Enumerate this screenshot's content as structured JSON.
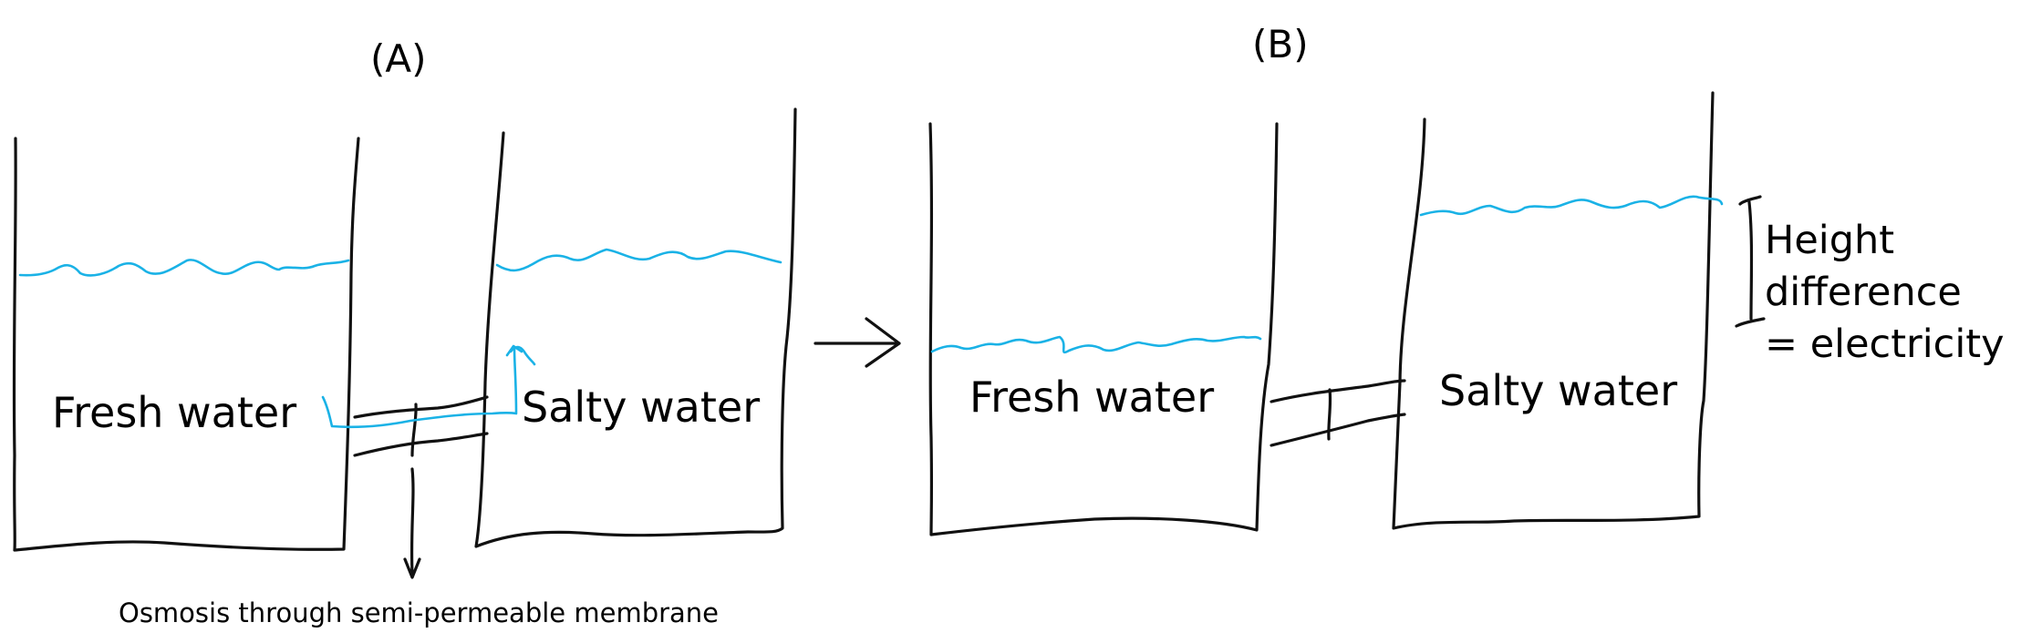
{
  "panel_a": {
    "letter": "(A)",
    "left_tank": "Fresh water",
    "right_tank": "Salty water",
    "caption": "Osmosis through semi-permeable membrane"
  },
  "panel_b": {
    "letter": "(B)",
    "left_tank": "Fresh water",
    "right_tank": "Salty water",
    "note_line1": "Height",
    "note_line2": "difference",
    "note_line3": "= electricity"
  },
  "colors": {
    "ink": "#111111",
    "water": "#1ab2e6"
  },
  "icons": [
    "arrow-right-icon",
    "arrow-down-icon",
    "flow-arrow-icon",
    "bracket-icon"
  ]
}
